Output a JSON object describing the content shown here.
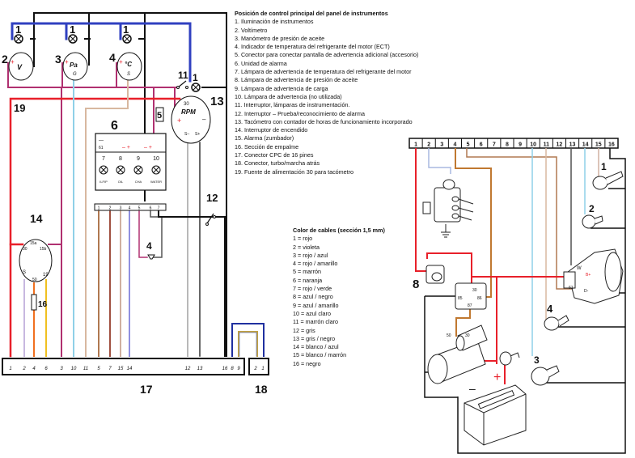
{
  "components_legend": {
    "title": "Posición de control principal del panel de instrumentos",
    "items": [
      "1. Iluminación de instrumentos",
      "2. Voltímetro",
      "3. Manómetro de presión de aceite",
      "4. Indicador de temperatura del refrigerante del motor (ECT)",
      "5. Conector para conectar pantalla de advertencia adicional (accesorio)",
      "6. Unidad de alarma",
      "7. Lámpara de advertencia de temperatura del refrigerante del motor",
      "8. Lámpara de advertencia de presión de aceite",
      "9. Lámpara de advertencia de carga",
      "10. Lámpara de advertencia (no utilizada)",
      "11. Interruptor, lámparas de instrumentación.",
      "12. Interruptor – Prueba/reconocimiento de alarma",
      "13. Tacómetro con contador de horas de funcionamiento incorporado",
      "14. Interruptor de encendido",
      "15. Alarma (zumbador)",
      "16. Sección de empalme",
      "17. Conector CPC de 16 pines",
      "18. Conector, turbo/marcha atrás",
      "19. Fuente de alimentación 30 para tacómetro"
    ]
  },
  "wire_colors_legend": {
    "title": "Color de cables (sección 1,5 mm)",
    "items": [
      {
        "label": "1 = rojo",
        "color": "#e8202a"
      },
      {
        "label": "2 = violeta",
        "color": "#c8b8e0"
      },
      {
        "label": "3 = rojo / azul",
        "color": "#b03070"
      },
      {
        "label": "4 = rojo / amarillo",
        "color": "#f07020"
      },
      {
        "label": "5 = marrón",
        "color": "#b07850"
      },
      {
        "label": "6 = naranja",
        "color": "#f0a020"
      },
      {
        "label": "7 = rojo / verde",
        "color": "#a05040"
      },
      {
        "label": "8 = azul / negro",
        "color": "#2030a0"
      },
      {
        "label": "9 = azul / amarillo",
        "color": "#c0a040"
      },
      {
        "label": "10 = azul claro",
        "color": "#8fd0e8"
      },
      {
        "label": "11 = marrón claro",
        "color": "#d8b8a0"
      },
      {
        "label": "12 = gris",
        "color": "#b8b8b8"
      },
      {
        "label": "13 = gris / negro",
        "color": "#505050"
      },
      {
        "label": "14 = blanco / azul",
        "color": "#9090e0"
      },
      {
        "label": "15 = blanco / marrón",
        "color": "#d0b0a0"
      },
      {
        "label": "16 = negro",
        "color": "#111111"
      }
    ]
  },
  "left_diagram": {
    "callouts": {
      "lamp1": "1",
      "voltmeter": "2",
      "oil_pressure": "3",
      "temp": "4",
      "switch11": "11",
      "lamp1b": "1",
      "tacho": "13",
      "alarm_unit": "6",
      "connector5": "5",
      "supply19": "19",
      "switch12": "12",
      "ignition": "14",
      "buzzer": "4",
      "splice": "16",
      "cpc": "17",
      "turbo": "18"
    },
    "gauge_symbols": {
      "voltmeter": "V",
      "oil_pressure": "Pa",
      "oil_pressure_sub": "G",
      "temp": "°C",
      "temp_sub": "S"
    },
    "tacho_labels": {
      "rpm": "RPM",
      "t30": "30",
      "plus": "+",
      "minus": "–",
      "s_minus": "S–",
      "s_plus": "S+"
    },
    "alarm_unit": {
      "top_labels": [
        "—",
        "61",
        "— |",
        "– +",
        "— |",
        "– +"
      ],
      "lamps": [
        {
          "num": "7",
          "code": "ILFIP"
        },
        {
          "num": "8",
          "code": "OIL"
        },
        {
          "num": "9",
          "code": "CHA"
        },
        {
          "num": "10",
          "code": "WATER"
        }
      ],
      "pins": [
        "1",
        "2",
        "3",
        "4",
        "5",
        "6",
        "7"
      ]
    },
    "ignition_terminals": [
      "15a",
      "30",
      "15b",
      "S",
      "50",
      "19"
    ],
    "cpc_pins": [
      "1",
      "2",
      "4",
      "6",
      "3",
      "10",
      "11",
      "5",
      "7",
      "15",
      "14",
      "12",
      "13",
      "16",
      "8",
      "9"
    ],
    "turbo_pins": [
      "2",
      "1"
    ]
  },
  "right_diagram": {
    "connector_pins": [
      "1",
      "2",
      "3",
      "4",
      "5",
      "6",
      "7",
      "8",
      "9",
      "10",
      "11",
      "12",
      "13",
      "14",
      "15",
      "16"
    ],
    "callouts": {
      "sensor1": "1",
      "sensor2": "2",
      "sensor3": "3",
      "sensor4": "4",
      "relay8": "8"
    },
    "relay_terminals": [
      "30",
      "85",
      "86",
      "87"
    ],
    "starter_terminals": [
      "50",
      "30"
    ],
    "alternator_terminals": [
      "W",
      "B+",
      "61",
      "D-"
    ],
    "battery": {
      "plus": "+",
      "minus": "–"
    }
  }
}
